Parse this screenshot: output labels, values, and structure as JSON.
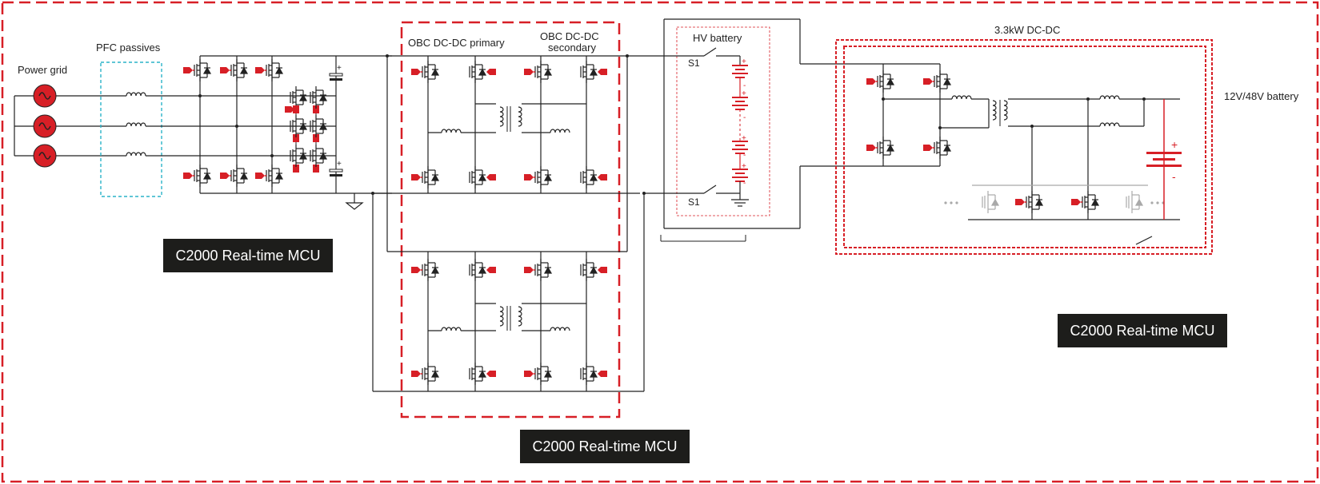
{
  "labels": {
    "power_grid": "Power grid",
    "pfc_passives": "PFC passives",
    "obc_primary": "OBC DC-DC primary",
    "obc_secondary_1": "OBC DC-DC",
    "obc_secondary_2": "secondary",
    "hv_battery": "HV battery",
    "switch_top": "S1",
    "switch_bottom": "S1",
    "dcdc_title": "3.3kW DC-DC",
    "lv_battery": "12V/48V battery"
  },
  "mcu_blocks": [
    {
      "label": "C2000 Real-time MCU"
    },
    {
      "label": "C2000 Real-time MCU"
    },
    {
      "label": "C2000 Real-time MCU"
    }
  ],
  "colors": {
    "accent_red": "#d71f26",
    "pfc_box": "#2ab3c9",
    "wire": "#222222",
    "muted": "#a9a9a9",
    "mcu_bg": "#1d1d1b"
  }
}
